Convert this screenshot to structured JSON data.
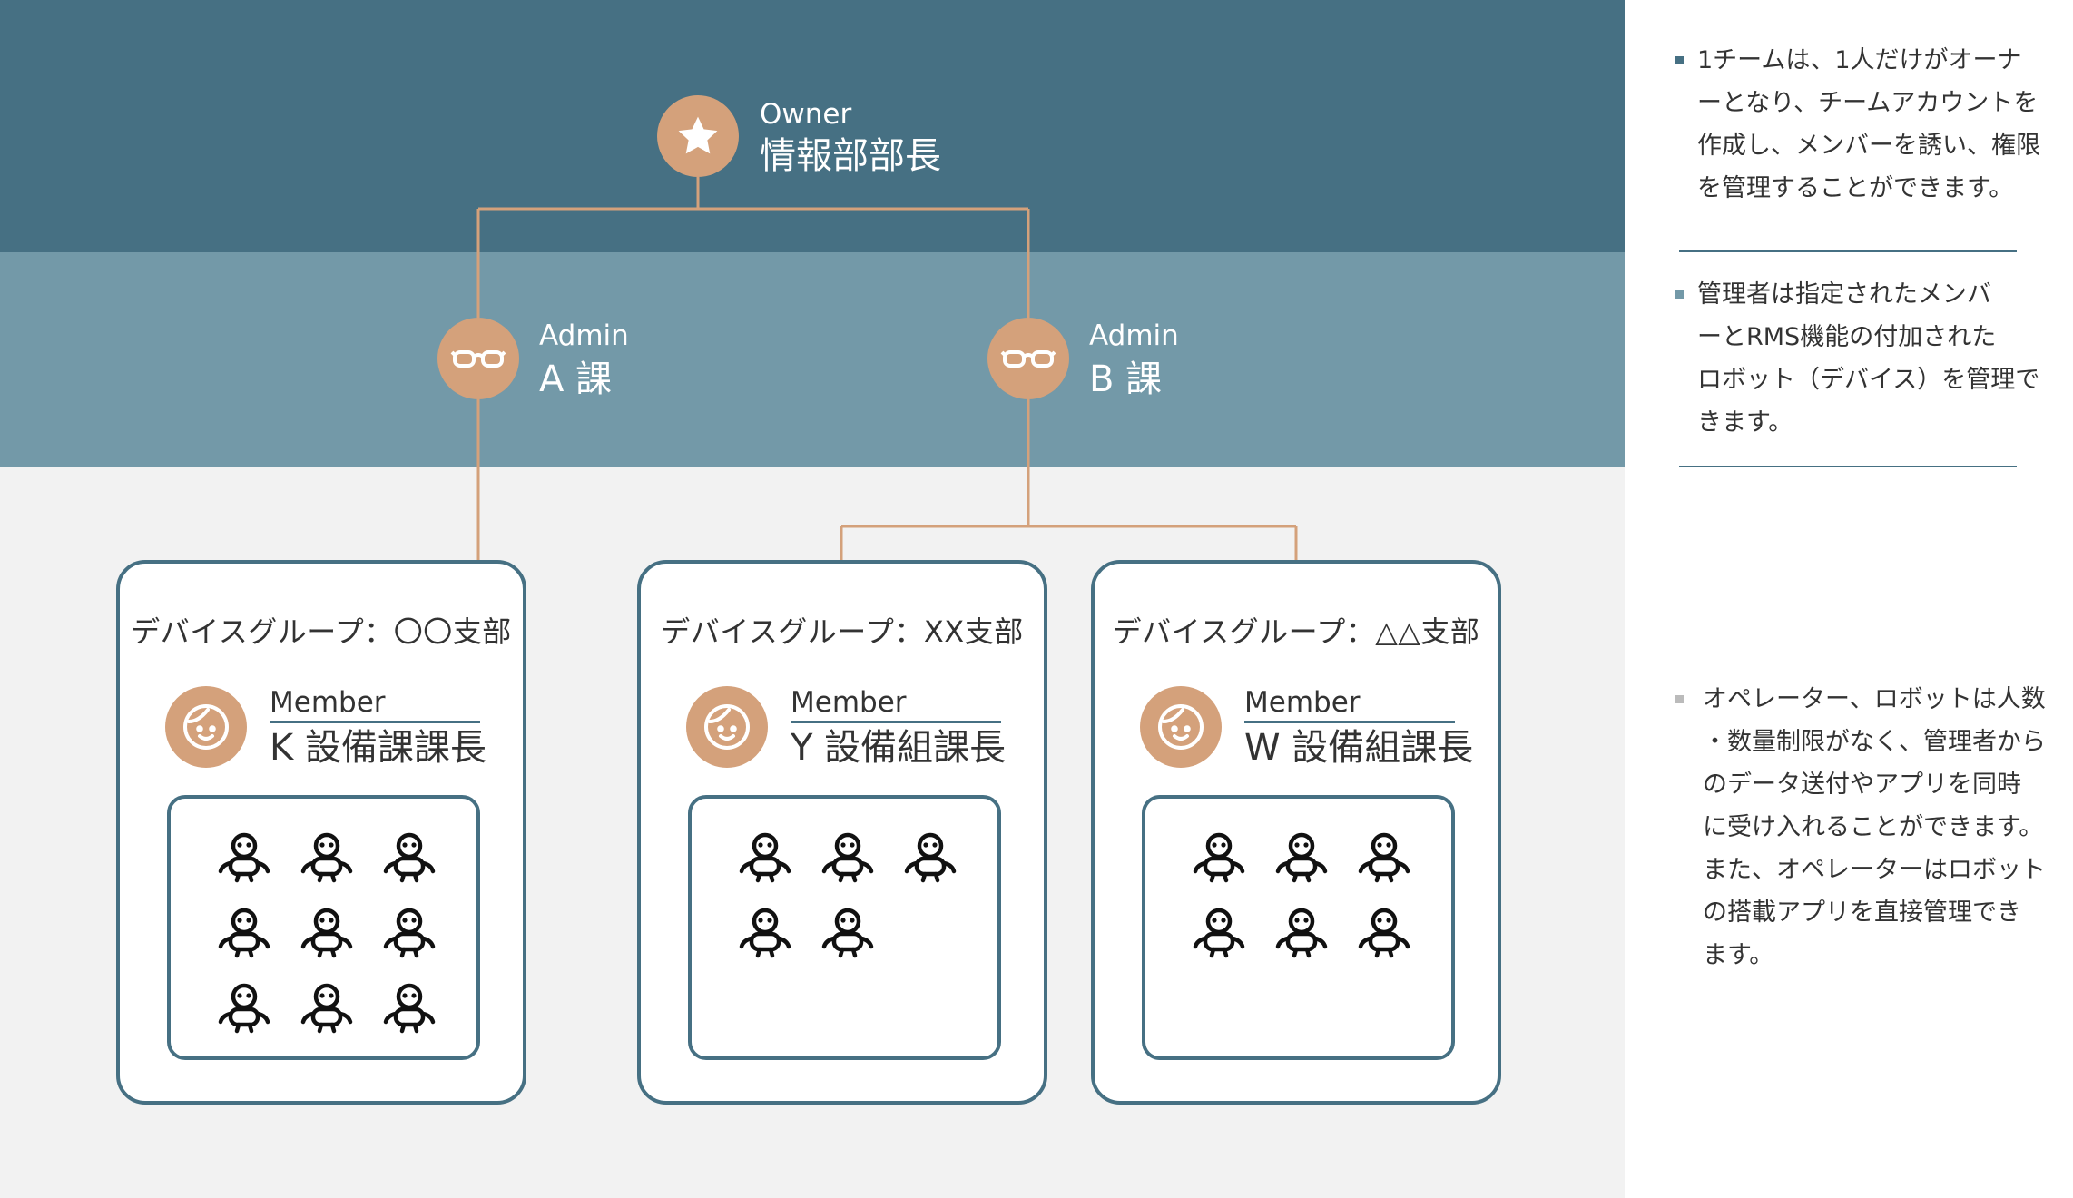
{
  "owner": {
    "role": "Owner",
    "name": "情報部部長",
    "icon": "star-icon"
  },
  "admins": [
    {
      "role": "Admin",
      "name": "A 課",
      "icon": "glasses-icon"
    },
    {
      "role": "Admin",
      "name": "B 課",
      "icon": "glasses-icon"
    }
  ],
  "groups": [
    {
      "title": "デバイスグループ：〇〇支部",
      "member_role": "Member",
      "member_name": "K 設備課課長",
      "robot_count": 9
    },
    {
      "title": "デバイスグループ：XX支部",
      "member_role": "Member",
      "member_name": "Y 設備組課長",
      "robot_count": 5
    },
    {
      "title": "デバイスグループ：△△支部",
      "member_role": "Member",
      "member_name": "W 設備組課長",
      "robot_count": 6
    }
  ],
  "sidebar": {
    "items": [
      {
        "text": "1チームは、1人だけがオーナ\nーとなり、チームアカウントを\n作成し、メンバーを誘い、権限\nを管理することができます。",
        "bullet_color": "#467083"
      },
      {
        "text": "管理者は指定されたメンバ\nーとRMS機能の付加された\nロボット（デバイス）を管理で\nきます。",
        "bullet_color": "#7399a8"
      },
      {
        "text": "オペレーター、ロボットは人数\n・数量制限がなく、管理者から\nのデータ送付やアプリを同時\nに受け入れることができます。\nまた、オペレーターはロボット\nの搭載アプリを直接管理でき\nます。",
        "bullet_color": "#bbbbbb"
      }
    ]
  },
  "colors": {
    "owner_band": "#467083",
    "admin_band": "#7399a8",
    "member_band": "#f2f2f2",
    "accent": "#d4a17b",
    "border": "#467083"
  }
}
